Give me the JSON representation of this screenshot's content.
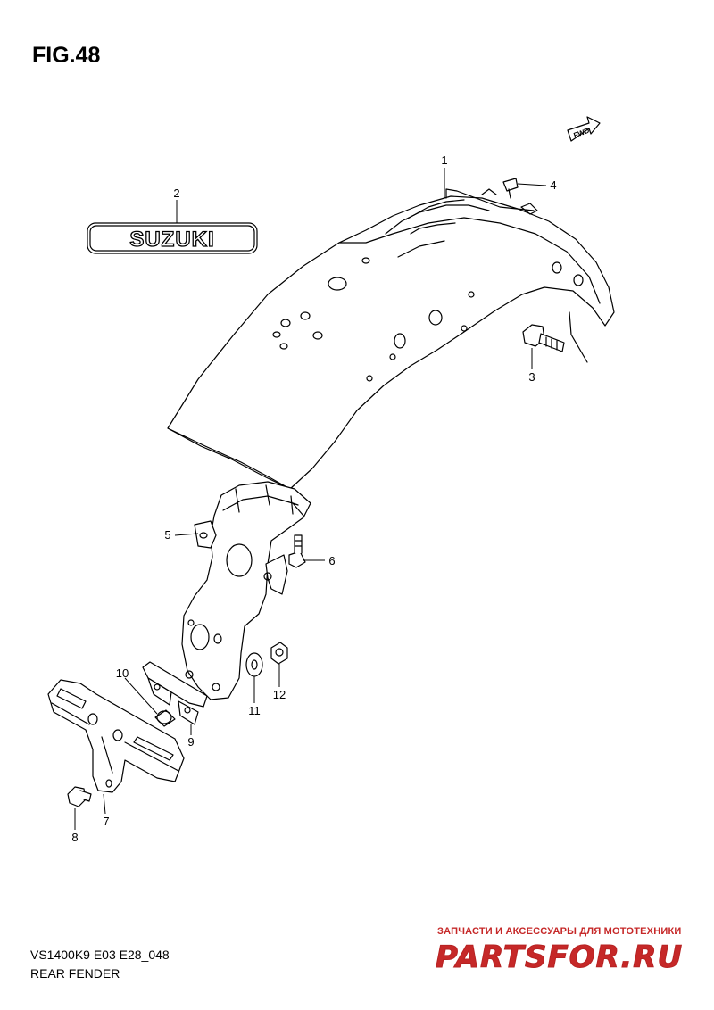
{
  "figure": {
    "title": "FIG.48"
  },
  "emblem": {
    "text": "SUZUKI"
  },
  "direction": {
    "text": "FWD"
  },
  "callouts": [
    {
      "num": "1",
      "part": "rear fender"
    },
    {
      "num": "2",
      "part": "emblem"
    },
    {
      "num": "3",
      "part": "bolt"
    },
    {
      "num": "4",
      "part": "clip"
    },
    {
      "num": "5",
      "part": "fender bracket"
    },
    {
      "num": "6",
      "part": "bolt"
    },
    {
      "num": "7",
      "part": "license plate bracket"
    },
    {
      "num": "8",
      "part": "bolt"
    },
    {
      "num": "9",
      "part": "plate"
    },
    {
      "num": "10",
      "part": "cushion"
    },
    {
      "num": "11",
      "part": "washer"
    },
    {
      "num": "12",
      "part": "nut"
    }
  ],
  "footer": {
    "code": "VS1400K9 E03 E28_048",
    "name": "REAR FENDER"
  },
  "watermark": {
    "tagline": "ЗАПЧАСТИ И АКСЕССУАРЫ ДЛЯ МОТОТЕХНИКИ",
    "logo": "PARTSFOR.RU",
    "color": "#c62828"
  }
}
